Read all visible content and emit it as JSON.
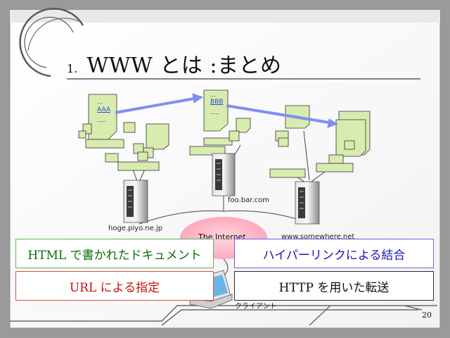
{
  "slide": {
    "title_number": "1.",
    "title_text": "WWW とは :まとめ",
    "page_number": "20"
  },
  "network": {
    "doc_left": {
      "line1": "...",
      "link": "AAA",
      "line2": "....."
    },
    "doc_center": {
      "line1": "...",
      "link": "BBB",
      "line2": "....."
    },
    "server_left_label": "hoge.piyo.ne.jp",
    "server_center_label": "foo.bar.com",
    "server_right_label": "www.somewhere.net",
    "internet_label": "The Internet",
    "client_label": "クライアント"
  },
  "boxes": {
    "html_doc": "HTML で書かれたドキュメント",
    "url": "URL による指定",
    "hyperlink": "ハイパーリンクによる結合",
    "http": "HTTP を用いた転送"
  },
  "colors": {
    "green": "#0a6e0a",
    "red": "#c81010",
    "blue": "#1b17b5",
    "doc_fill": "#d8ecb0",
    "link_arrow": "#7f8ff0",
    "internet_fill": "#ffb8c8"
  }
}
